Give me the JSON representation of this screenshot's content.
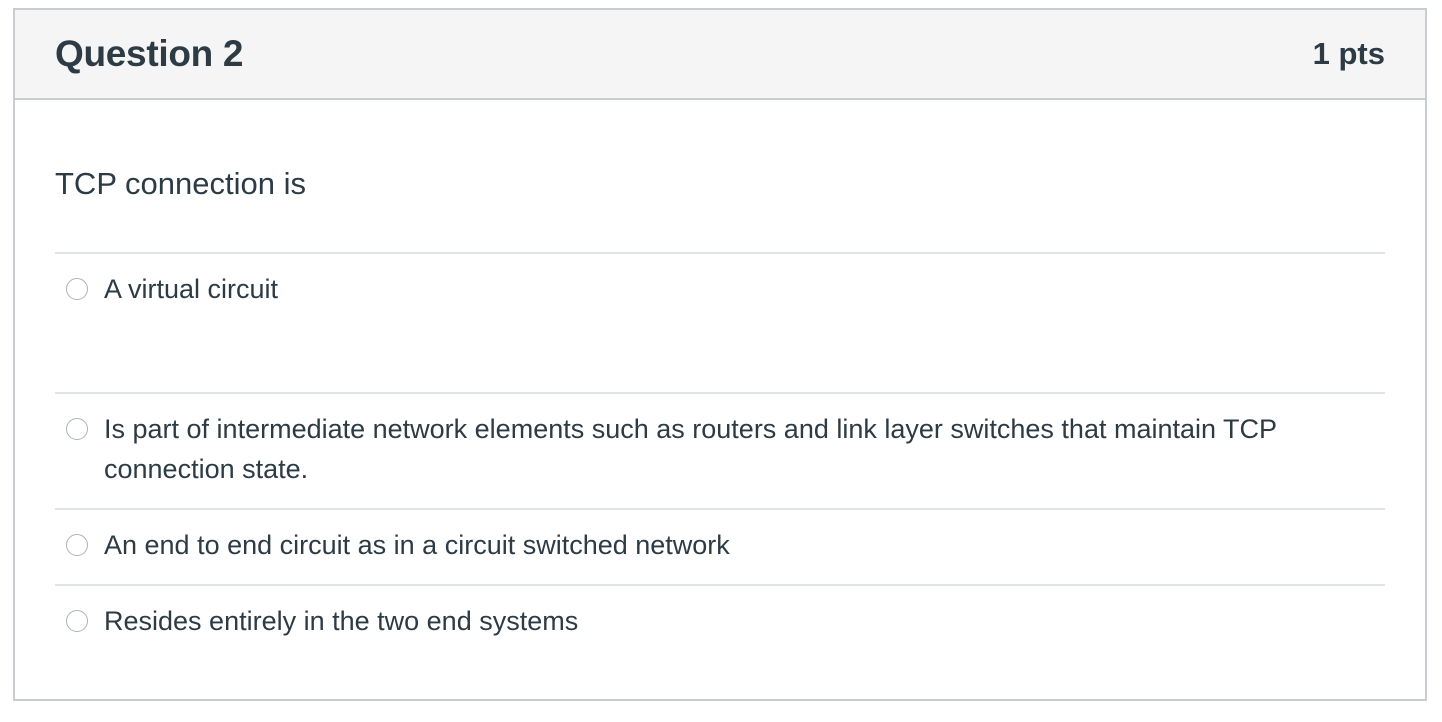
{
  "question": {
    "title": "Question 2",
    "points": "1 pts",
    "text": "TCP connection is",
    "options": [
      {
        "label": "A virtual circuit",
        "selected": false
      },
      {
        "label": "Is part of intermediate network elements such as routers and link layer switches that maintain TCP connection state.",
        "selected": false
      },
      {
        "label": "An end to end circuit as in a circuit switched network",
        "selected": false
      },
      {
        "label": "Resides entirely in the two end systems",
        "selected": false
      }
    ]
  }
}
